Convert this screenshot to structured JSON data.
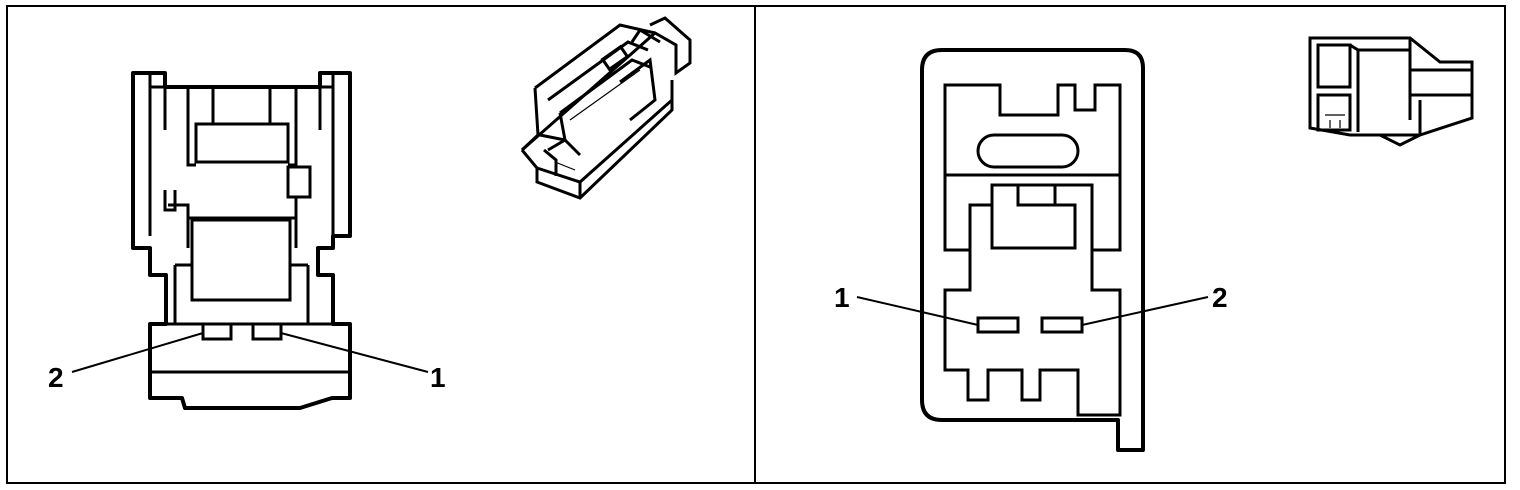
{
  "views": [
    {
      "id": "left-connector",
      "pins": [
        {
          "number": "2",
          "label": "2"
        },
        {
          "number": "1",
          "label": "1"
        }
      ]
    },
    {
      "id": "right-connector",
      "pins": [
        {
          "number": "1",
          "label": "1"
        },
        {
          "number": "2",
          "label": "2"
        }
      ]
    }
  ],
  "colors": {
    "line": "#000000",
    "background": "#ffffff"
  }
}
